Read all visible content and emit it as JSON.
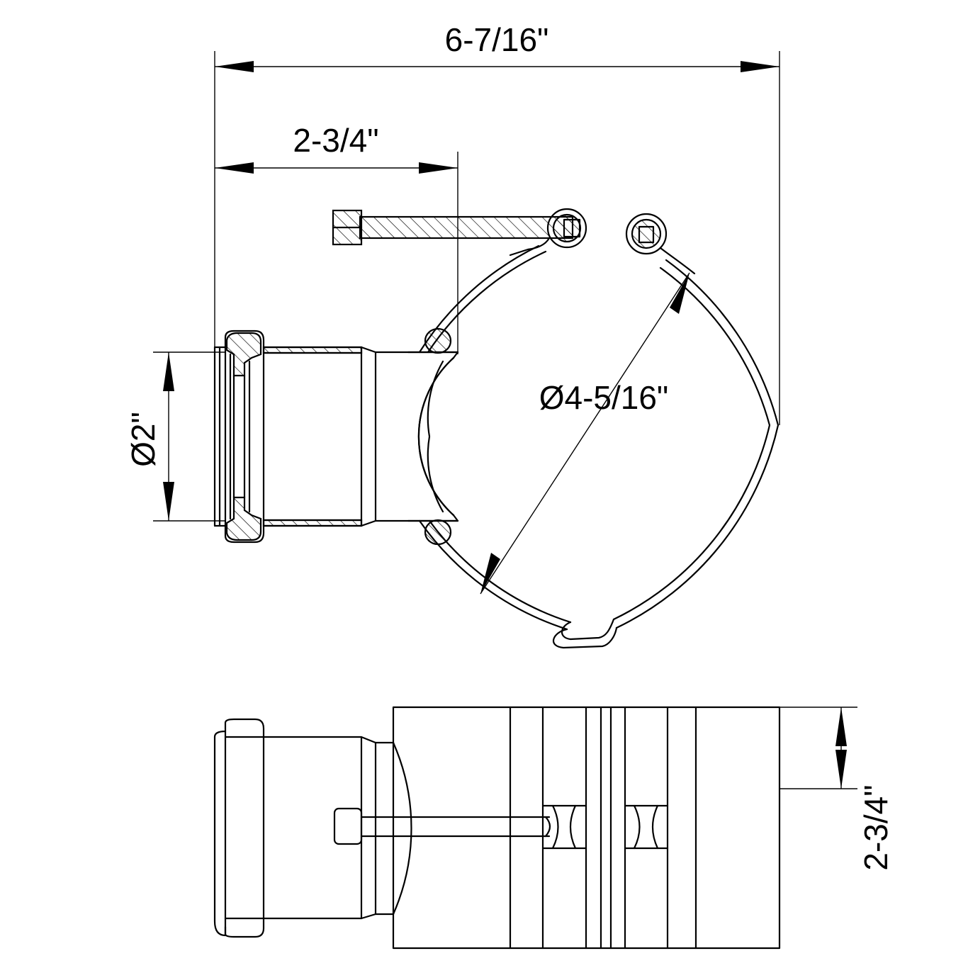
{
  "dimensions": {
    "overall_width": "6-7/16\"",
    "inner_width": "2-3/4\"",
    "pipe_diameter": "Ø2\"",
    "clamp_diameter": "Ø4-5/16\"",
    "side_height": "2-3/4\""
  },
  "colors": {
    "line": "#000000",
    "background": "#ffffff"
  }
}
